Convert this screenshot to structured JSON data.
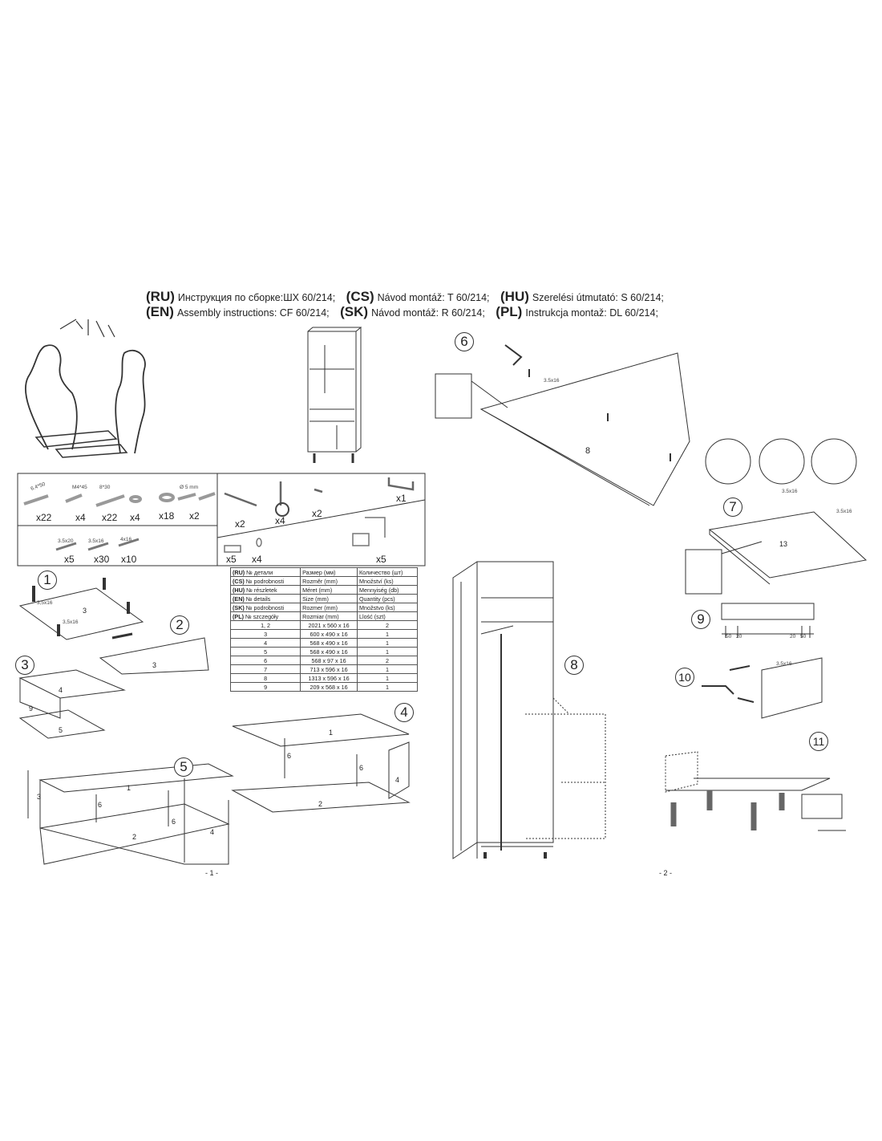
{
  "header": {
    "lines": [
      [
        {
          "code": "(RU)",
          "text": "Инструкция по сборке:ШХ 60/214;"
        },
        {
          "code": "(CS)",
          "text": "Návod montáž: T 60/214;"
        },
        {
          "code": "(HU)",
          "text": "Szerelési útmutató: S 60/214;"
        }
      ],
      [
        {
          "code": "(EN)",
          "text": "Assembly instructions: CF 60/214;"
        },
        {
          "code": "(SK)",
          "text": "Návod montáž: R 60/214;"
        },
        {
          "code": "(PL)",
          "text": "Instrukcja montaž: DL 60/214;"
        }
      ]
    ]
  },
  "hardware": {
    "fasteners": [
      {
        "size": "6.4*50",
        "qty": "x22"
      },
      {
        "size": "M4*45",
        "qty": "x4"
      },
      {
        "size": "8*30",
        "qty": "x22"
      },
      {
        "size": "",
        "qty": "x4"
      },
      {
        "size": "",
        "qty": "x18"
      },
      {
        "size": "Ø 5 mm",
        "qty": "x2"
      }
    ],
    "screws": [
      {
        "size": "3.5x20",
        "qty": "x5"
      },
      {
        "size": "3.5x16",
        "qty": "x30"
      },
      {
        "size": "4x16",
        "qty": "x10"
      }
    ],
    "fittings": [
      {
        "name": "handle",
        "qty": "x2"
      },
      {
        "name": "leg",
        "qty": "x4"
      },
      {
        "name": "clip",
        "qty": "x2"
      },
      {
        "name": "wrench",
        "qty": "x1"
      },
      {
        "name": "pad",
        "qty": "x5"
      },
      {
        "name": "cap",
        "qty": "x4"
      },
      {
        "name": "hinge",
        "qty": "x5"
      }
    ]
  },
  "parts_table": {
    "header_rows": [
      [
        "(RU)",
        "№ детали",
        "Размер  (мм)",
        "Количество (шт)"
      ],
      [
        "(CS)",
        "№ podrobnosti",
        "Rozměr (mm)",
        "Množství  (ks)"
      ],
      [
        "(HU)",
        "№ részletek",
        "Méret (mm)",
        "Mennyiség (db)"
      ],
      [
        "(EN)",
        "№ details",
        "Size (mm)",
        "Quantity  (pcs)"
      ],
      [
        "(SK)",
        "№ podrobnosti",
        "Rozmer (mm)",
        "Množstvo (ks)"
      ],
      [
        "(PL)",
        "№ szczegóły",
        "Rozmiar (mm)",
        "Llość (szt)"
      ]
    ],
    "rows": [
      [
        "1, 2",
        "2021 x 560 x 16",
        "2"
      ],
      [
        "3",
        "600 x 490 x 16",
        "1"
      ],
      [
        "4",
        "568 x 490 x 16",
        "1"
      ],
      [
        "5",
        "568 x 490 x 16",
        "1"
      ],
      [
        "6",
        "568 x 97 x 16",
        "2"
      ],
      [
        "7",
        "713 x 596 x 16",
        "1"
      ],
      [
        "8",
        "1313 x 596 x 16",
        "1"
      ],
      [
        "9",
        "209 x 568 x 16",
        "1"
      ]
    ]
  },
  "steps": [
    "1",
    "2",
    "3",
    "4",
    "5",
    "6",
    "7",
    "8",
    "9",
    "10",
    "11"
  ],
  "drawing_labels": {
    "screw_a": "3,5x16",
    "screw_b": "3,5x16",
    "screw_c": "3.5x16",
    "screw_d": "3.5x16",
    "screw_e": "3.5x16",
    "screw_f": "3.5x16",
    "dim_50a": "50",
    "dim_20a": "20",
    "dim_20b": "20",
    "dim_50b": "50",
    "part_3a": "3",
    "part_3b": "3",
    "part_4": "4",
    "part_9": "9",
    "part_5": "5",
    "part_1a": "1",
    "part_6a": "6",
    "part_6b": "6",
    "part_2a": "2",
    "part_4b": "4",
    "part_3c": "3",
    "part_1b": "1",
    "part_6c": "6",
    "part_6d": "6",
    "part_2b": "2",
    "part_4c": "4",
    "part_8": "8",
    "part_13": "13"
  },
  "pages": {
    "left": "- 1 -",
    "right": "- 2 -"
  }
}
